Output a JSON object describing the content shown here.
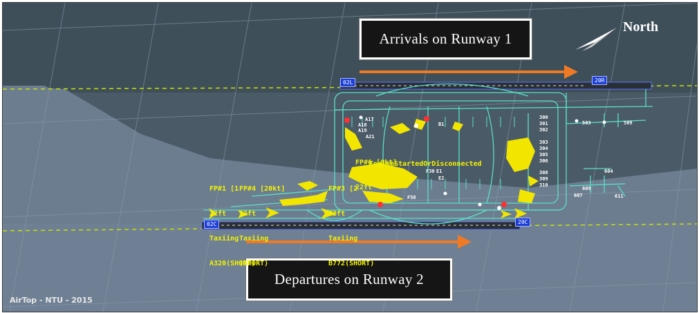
{
  "callouts": {
    "arrivals": "Arrivals on Runway 1",
    "departures": "Departures on Runway 2",
    "north": "North"
  },
  "runway_tags": {
    "rwy1_left": "02L",
    "rwy1_right": "20R",
    "rwy2_left": "02C",
    "rwy2_right": "20C"
  },
  "flight_labels": {
    "fp1": "FP#1 [1",
    "fp1_alt": "22ft",
    "fp1_status": "Taxiing",
    "fp1_type": "A320(SHORT)",
    "fp4": "FP#4 [20kt]",
    "fp4_alt": "22ft",
    "fp4_status": "Taxiing",
    "fp4_type": "(SHORT)",
    "fp3": "FP#3 [2",
    "fp3_alt": "22ft",
    "fp3_status": "Taxiing",
    "fp3_type": "B772(SHORT)",
    "fp6": "FP#6 [0kt]",
    "fp6_alt": "22ft",
    "event": "EngineStartedOrDisconnected"
  },
  "gate_labels": {
    "g300": "300",
    "g301": "301",
    "g302": "302",
    "g303": "303",
    "g304": "304",
    "g305": "305",
    "g306": "306",
    "g308": "308",
    "g309": "309",
    "g310": "310",
    "g503": "503",
    "g509": "509",
    "g604": "604",
    "g609": "609",
    "g607": "607",
    "g611": "611",
    "gA17": "A17",
    "gA18": "A18",
    "gA19": "A19",
    "gA21": "A21",
    "gB1": "B1",
    "gE1": "E1",
    "gE2": "E2",
    "gF30": "F30",
    "gF58": "F58"
  },
  "watermark": "AirTop - NTU - 2015",
  "colors": {
    "runway_centerline": "#c8e000",
    "taxiway": "#59e0c8",
    "aircraft": "#f2e600",
    "tag": "#1d3fd6",
    "arrow": "#f07a24"
  }
}
